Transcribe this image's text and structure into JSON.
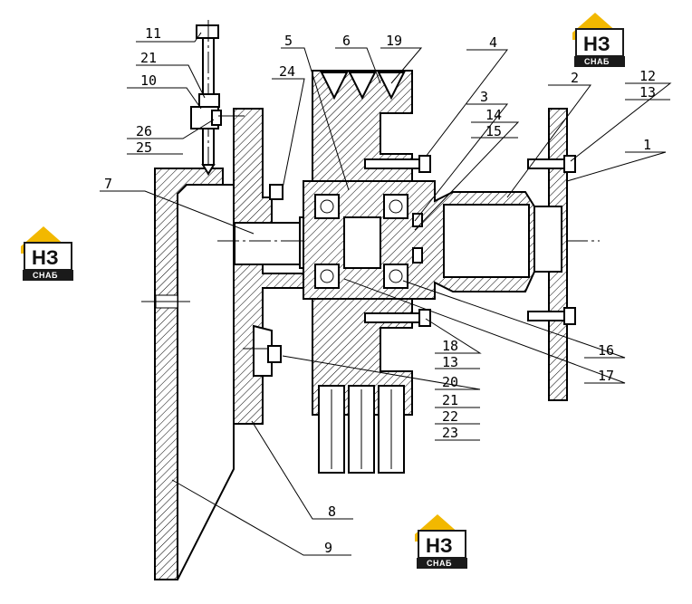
{
  "callouts": [
    {
      "label": "11"
    },
    {
      "label": "21"
    },
    {
      "label": "10"
    },
    {
      "label": "26"
    },
    {
      "label": "25"
    },
    {
      "label": "24"
    },
    {
      "label": "5"
    },
    {
      "label": "6"
    },
    {
      "label": "19"
    },
    {
      "label": "4"
    },
    {
      "label": "3"
    },
    {
      "label": "14"
    },
    {
      "label": "15"
    },
    {
      "label": "2"
    },
    {
      "label": "12"
    },
    {
      "label": "13"
    },
    {
      "label": "1"
    },
    {
      "label": "7"
    },
    {
      "label": "18"
    },
    {
      "label": "13"
    },
    {
      "label": "16"
    },
    {
      "label": "17"
    },
    {
      "label": "20"
    },
    {
      "label": "21"
    },
    {
      "label": "22"
    },
    {
      "label": "23"
    },
    {
      "label": "8"
    },
    {
      "label": "9"
    }
  ],
  "logo": {
    "main": "НЗ",
    "sub": "СНАБ",
    "accent": "#f2b800",
    "dark": "#1a1a1a"
  }
}
